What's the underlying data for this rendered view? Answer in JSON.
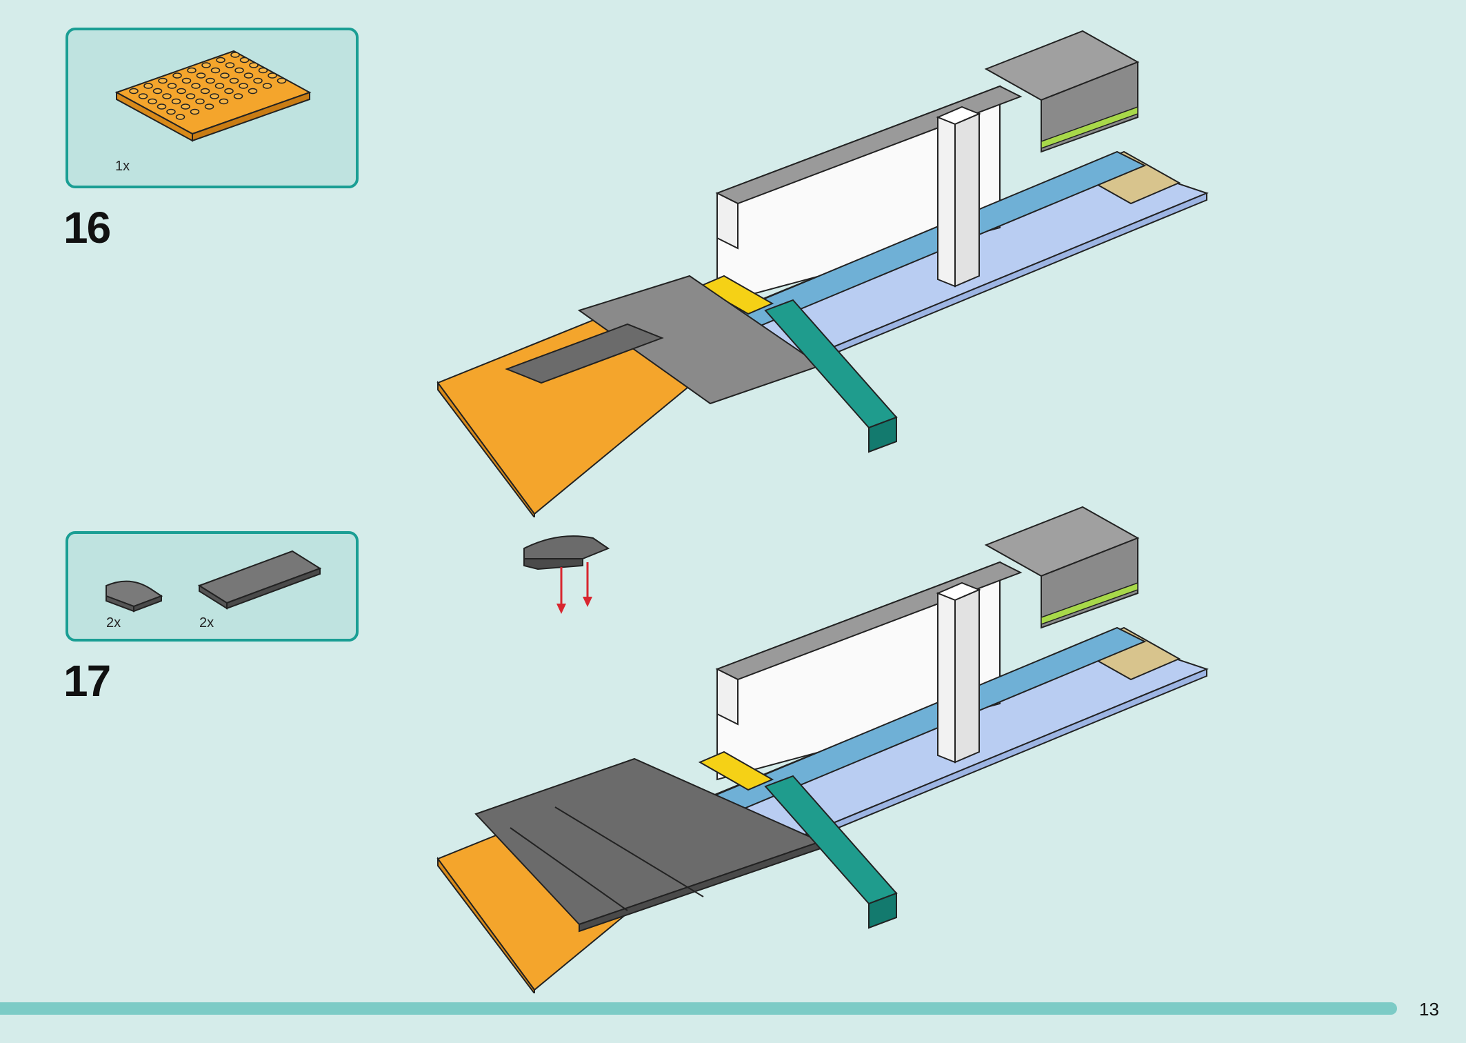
{
  "steps": [
    {
      "number": "16",
      "parts": [
        {
          "quantity": "1x",
          "part": "orange-plate-6x8-icon",
          "color": "#f4a52c"
        }
      ]
    },
    {
      "number": "17",
      "parts": [
        {
          "quantity": "2x",
          "part": "dark-grey-curved-slope-icon",
          "color": "#6b6b6b"
        },
        {
          "quantity": "2x",
          "part": "dark-grey-tile-icon",
          "color": "#6b6b6b"
        }
      ]
    }
  ],
  "page_number": "13",
  "colors": {
    "background": "#d5ecea",
    "accent": "#1a9e94",
    "panel": "#bfe3e0",
    "orange": "#f4a52c",
    "light_blue": "#b9cdf2",
    "teal_brick": "#1f9c8d",
    "yellow": "#f5d116",
    "grey": "#9a9a9a",
    "dark_grey": "#6b6b6b",
    "tan": "#d8c48d",
    "lime": "#a8d94a",
    "blue": "#6fb0d6",
    "arrow_red": "#d8262f"
  }
}
